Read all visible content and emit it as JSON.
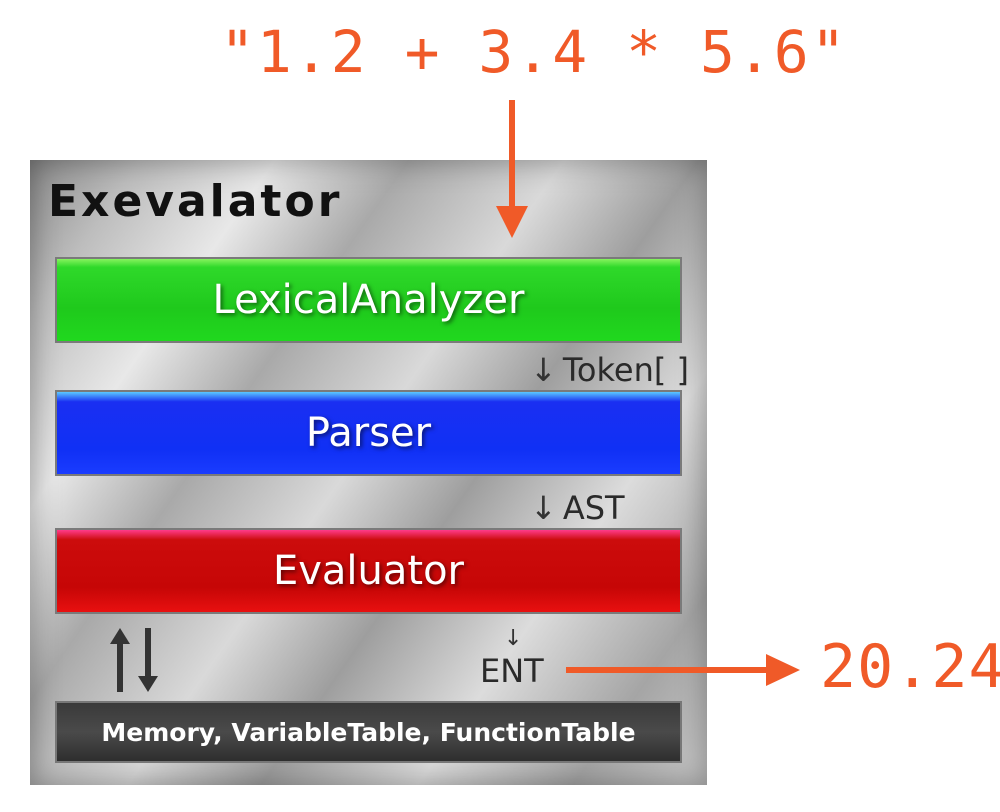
{
  "diagram": {
    "input_expression": "\"1.2 + 3.4 * 5.6\"",
    "logo_text": "Exevalator",
    "stages": [
      {
        "label": "LexicalAnalyzer",
        "color": "#20d81e"
      },
      {
        "label": "Parser",
        "color": "#1030f5"
      },
      {
        "label": "Evaluator",
        "color": "#c60606"
      }
    ],
    "flow_labels": {
      "token": "Token[ ]",
      "ast": "AST",
      "ent": "ENT"
    },
    "memory_label": "Memory, VariableTable, FunctionTable",
    "result_value": "20.24",
    "accent_color": "#f05a28"
  }
}
